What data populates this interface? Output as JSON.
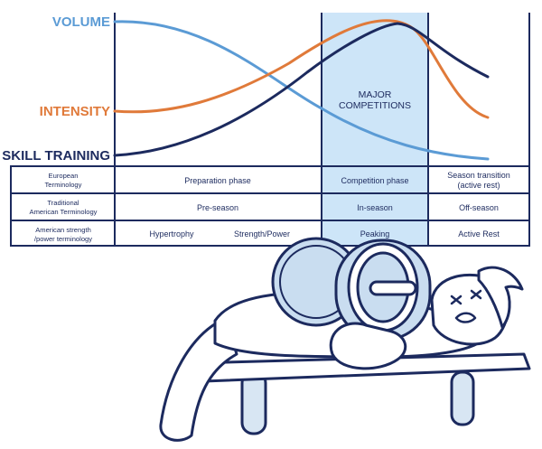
{
  "colors": {
    "volume": "#5b9bd5",
    "intensity": "#e07a3a",
    "skill": "#1c2a5e",
    "border": "#1c2a5e",
    "highlight": "#cde5f8"
  },
  "labels": {
    "volume": "VOLUME",
    "intensity": "INTENSITY",
    "skill": "SKILL TRAINING",
    "competition_1": "MAJOR",
    "competition_2": "COMPETITIONS"
  },
  "table": {
    "row_headers": [
      [
        "European",
        "Terminology"
      ],
      [
        "Traditional",
        "American Terminology"
      ],
      [
        "American strength",
        "/power terminology"
      ]
    ],
    "row1": {
      "prep": "Preparation phase",
      "comp": "Competition phase",
      "trans_1": "Season transition",
      "trans_2": "(active rest)"
    },
    "row2": {
      "prep": "Pre-season",
      "comp": "In-season",
      "trans": "Off-season"
    },
    "row3": {
      "hyper": "Hypertrophy",
      "strength": "Strength/Power",
      "peak": "Peaking",
      "rest": "Active Rest"
    }
  },
  "illustration": "bench-press cartoon"
}
